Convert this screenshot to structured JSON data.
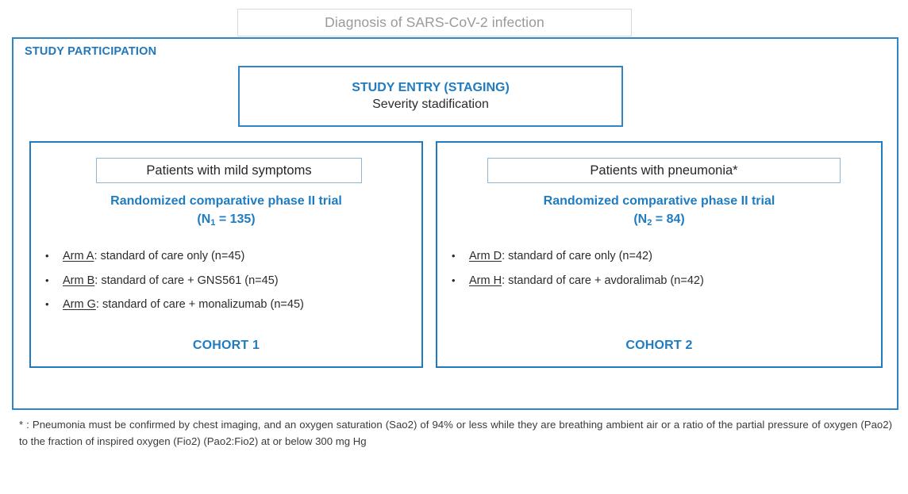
{
  "header": {
    "diagnosis_label": "Diagnosis of SARS-CoV-2 infection"
  },
  "study_frame": {
    "title": "STUDY PARTICIPATION"
  },
  "study_entry": {
    "title": "STUDY ENTRY (STAGING)",
    "subtitle": "Severity stadification"
  },
  "cohorts": [
    {
      "patient_group": "Patients with mild symptoms",
      "trial_title": "Randomized comparative phase II trial",
      "n_prefix": "(N",
      "n_subscript": "1",
      "n_suffix": " = 135)",
      "arms": [
        {
          "bullet": "•",
          "name": "Arm A",
          "description": ": standard of care only (n=45)"
        },
        {
          "bullet": "•",
          "name": "Arm B",
          "description": ": standard of care + GNS561 (n=45)"
        },
        {
          "bullet": "•",
          "name": "Arm G",
          "description": ": standard of care + monalizumab (n=45)"
        }
      ],
      "label": "COHORT 1"
    },
    {
      "patient_group": "Patients with pneumonia*",
      "trial_title": "Randomized comparative phase II trial",
      "n_prefix": "(N",
      "n_subscript": "2",
      "n_suffix": " = 84)",
      "arms": [
        {
          "bullet": "•",
          "name": "Arm D",
          "description": ": standard of care only (n=42)"
        },
        {
          "bullet": "•",
          "name": "Arm H",
          "description": ": standard of care + avdoralimab (n=42)"
        }
      ],
      "label": "COHORT 2"
    }
  ],
  "footnote": {
    "text": "* : Pneumonia must be confirmed by chest imaging, and an oxygen saturation (Sao2) of 94% or less while they are breathing ambient air or a ratio of the partial pressure of oxygen (Pao2) to the fraction of inspired oxygen (Fio2) (Pao2:Fio2) at or below 300 mg Hg"
  },
  "colors": {
    "accent_blue": "#1f7cc0",
    "frame_blue": "#2e86c8",
    "inner_border_blue": "#8ab6d8",
    "header_gray": "#9a9a9a",
    "body_text": "#2b2b2b"
  }
}
